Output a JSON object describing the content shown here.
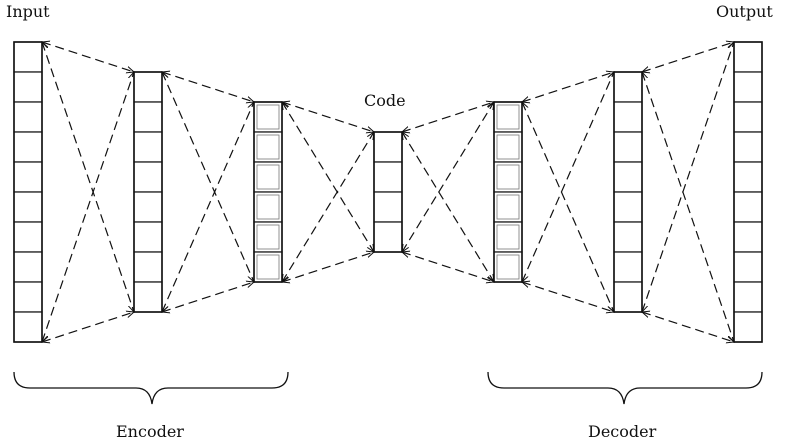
{
  "labels": {
    "input": "Input",
    "output": "Output",
    "code": "Code",
    "encoder": "Encoder",
    "decoder": "Decoder"
  },
  "layers": [
    {
      "name": "input-layer",
      "units": 10
    },
    {
      "name": "encoder-hidden-1",
      "units": 8
    },
    {
      "name": "encoder-hidden-2",
      "units": 6
    },
    {
      "name": "code-layer",
      "units": 4
    },
    {
      "name": "decoder-hidden-1",
      "units": 6
    },
    {
      "name": "decoder-hidden-2",
      "units": 8
    },
    {
      "name": "output-layer",
      "units": 10
    }
  ],
  "style": {
    "stroke_color": "#111111",
    "line_style": "dashed"
  }
}
